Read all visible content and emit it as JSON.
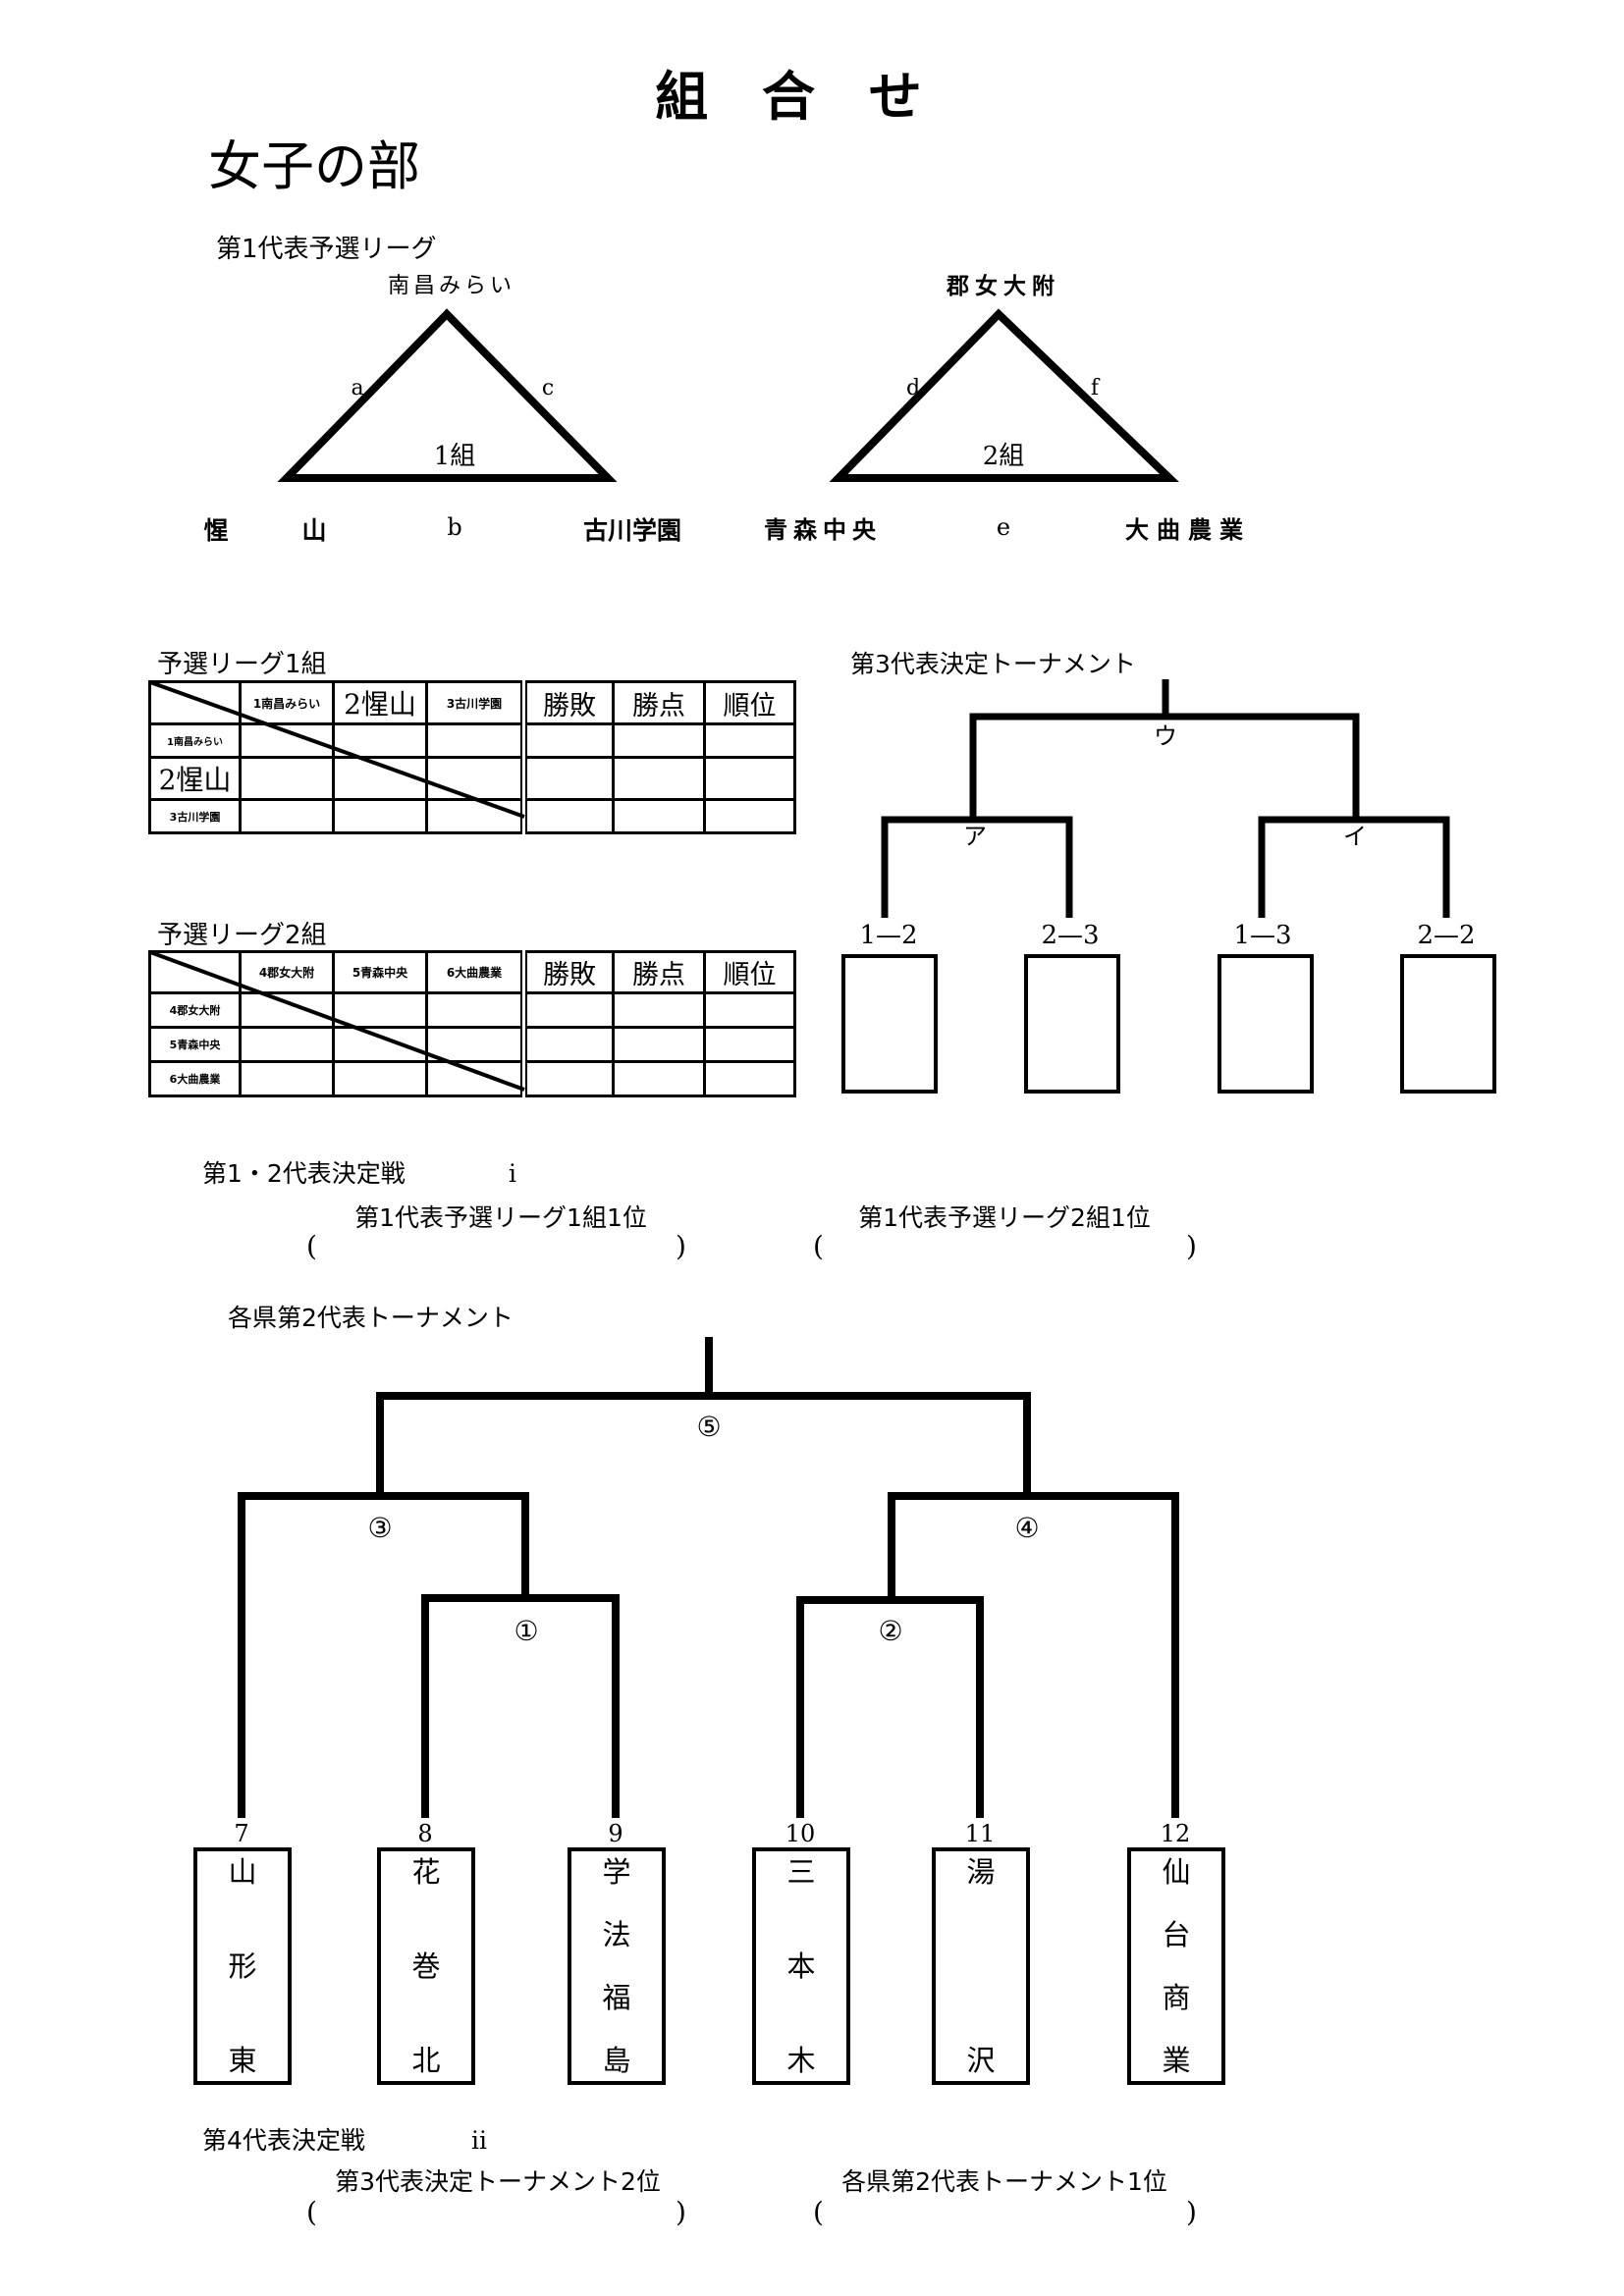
{
  "title": "組 合 せ",
  "section": "女子の部",
  "league_heading": "第1代表予選リーグ",
  "groups": [
    {
      "label": "1組",
      "top": "南昌みらい",
      "left": [
        "惺",
        "山"
      ],
      "right": "古川学園",
      "edges": {
        "left": "a",
        "bottom": "b",
        "right": "c"
      }
    },
    {
      "label": "2組",
      "top": "郡女大附",
      "left": "青森中央",
      "right": "大曲農業",
      "edges": {
        "left": "d",
        "bottom": "e",
        "right": "f"
      }
    }
  ],
  "league_tables": [
    {
      "title": "予選リーグ1組",
      "teams": [
        {
          "label": "1南昌みらい",
          "size": "sm"
        },
        {
          "label": "2惺山",
          "size": "big"
        },
        {
          "label": "3古川学園",
          "size": "sm"
        }
      ],
      "result_headers": [
        "勝敗",
        "勝点",
        "順位"
      ]
    },
    {
      "title": "予選リーグ2組",
      "teams": [
        {
          "label": "4郡女大附",
          "size": "sm"
        },
        {
          "label": "5青森中央",
          "size": "sm"
        },
        {
          "label": "6大曲農業",
          "size": "sm"
        }
      ],
      "result_headers": [
        "勝敗",
        "勝点",
        "順位"
      ]
    }
  ],
  "third_tournament": {
    "title": "第3代表決定トーナメント",
    "matches": {
      "left": "ア",
      "right": "イ",
      "final": "ウ"
    },
    "slots": [
      "1—2",
      "2—3",
      "1—3",
      "2—2"
    ]
  },
  "first_second_match": {
    "title": "第1・2代表決定戦",
    "marker": "i",
    "left_label": "第1代表予選リーグ1組1位",
    "right_label": "第1代表予選リーグ2組1位",
    "paren_open": "(",
    "paren_close": ")"
  },
  "second_tournament": {
    "title": "各県第2代表トーナメント",
    "matches": [
      "①",
      "②",
      "③",
      "④",
      "⑤"
    ],
    "teams": [
      {
        "no": "7",
        "chars": [
          "山",
          "形",
          "東"
        ]
      },
      {
        "no": "8",
        "chars": [
          "花",
          "巻",
          "北"
        ]
      },
      {
        "no": "9",
        "chars": [
          "学",
          "法",
          "福",
          "島"
        ]
      },
      {
        "no": "10",
        "chars": [
          "三",
          "本",
          "木"
        ]
      },
      {
        "no": "11",
        "chars": [
          "湯",
          "沢"
        ]
      },
      {
        "no": "12",
        "chars": [
          "仙",
          "台",
          "商",
          "業"
        ]
      }
    ]
  },
  "fourth_match": {
    "title": "第4代表決定戦",
    "marker": "ii",
    "left_label": "第3代表決定トーナメント2位",
    "right_label": "各県第2代表トーナメント1位",
    "paren_open": "(",
    "paren_close": ")"
  }
}
